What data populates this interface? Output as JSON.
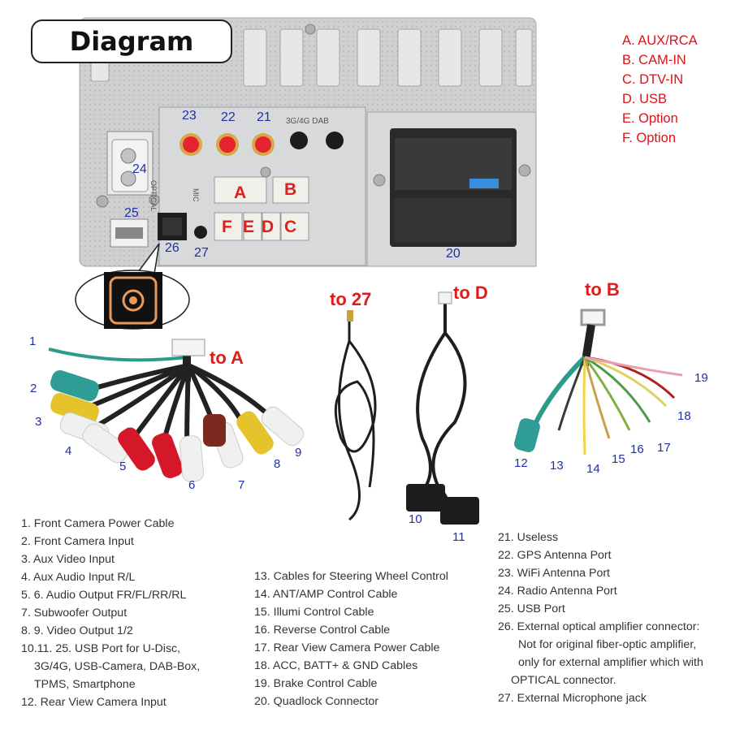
{
  "header": {
    "title": "Diagram"
  },
  "legend": [
    "A. AUX/RCA",
    "B. CAM-IN",
    "C. DTV-IN",
    "D. USB",
    "E. Option",
    "F. Option"
  ],
  "panel": {
    "port_labels": {
      "p23": "23",
      "p22": "22",
      "p21": "21",
      "p24": "24",
      "p25": "25",
      "p26": "26",
      "p27": "27",
      "p20": "20",
      "A": "A",
      "B": "B",
      "C": "C",
      "D": "D",
      "E": "E",
      "F": "F"
    },
    "print_labels": {
      "dab": "3G/4G DAB",
      "optical": "OPTICAL",
      "mic": "MIC"
    }
  },
  "cables": {
    "to_a": "to A",
    "to_27": "to 27",
    "to_d": "to D",
    "to_b": "to B",
    "harness_a_numbers": [
      "1",
      "2",
      "3",
      "4",
      "5",
      "6",
      "7",
      "8",
      "9"
    ],
    "usb_numbers": [
      "10",
      "11"
    ],
    "harness_b_numbers": [
      "12",
      "13",
      "14",
      "15",
      "16",
      "17",
      "18",
      "19"
    ]
  },
  "descriptions": {
    "col1": [
      "1. Front Camera Power Cable",
      "2. Front Camera Input",
      "3. Aux Video Input",
      "4. Aux Audio Input R/L",
      "5. 6. Audio Output FR/FL/RR/RL",
      "7. Subwoofer Output",
      "8. 9. Video Output 1/2",
      "10.11. 25. USB Port for U-Disc,",
      "3G/4G, USB-Camera, DAB-Box,",
      "TPMS, Smartphone",
      "12. Rear View Camera Input"
    ],
    "col2": [
      "13. Cables for Steering Wheel Control",
      "14. ANT/AMP Control Cable",
      "15. Illumi Control Cable",
      "16. Reverse Control Cable",
      "17. Rear View Camera Power Cable",
      "18. ACC, BATT+ & GND Cables",
      "19. Brake Control Cable",
      "20. Quadlock Connector"
    ],
    "col3": [
      "21. Useless",
      "22. GPS Antenna Port",
      "23. WiFi Antenna Port",
      "24. Radio Antenna Port",
      "25. USB Port",
      "26. External optical amplifier connector:",
      "Not for original fiber-optic amplifier,",
      "only for external amplifier which with",
      "OPTICAL connector.",
      "27. External Microphone jack"
    ]
  },
  "colors": {
    "legend_red": "#d8141b",
    "number_blue": "#1f2fa8",
    "panel_gray": "#c9cacc",
    "rca_red": "#d4182a",
    "rca_yellow": "#e8c21c",
    "rca_white": "#f2f2f2",
    "optical_orange": "#e89a5a"
  }
}
